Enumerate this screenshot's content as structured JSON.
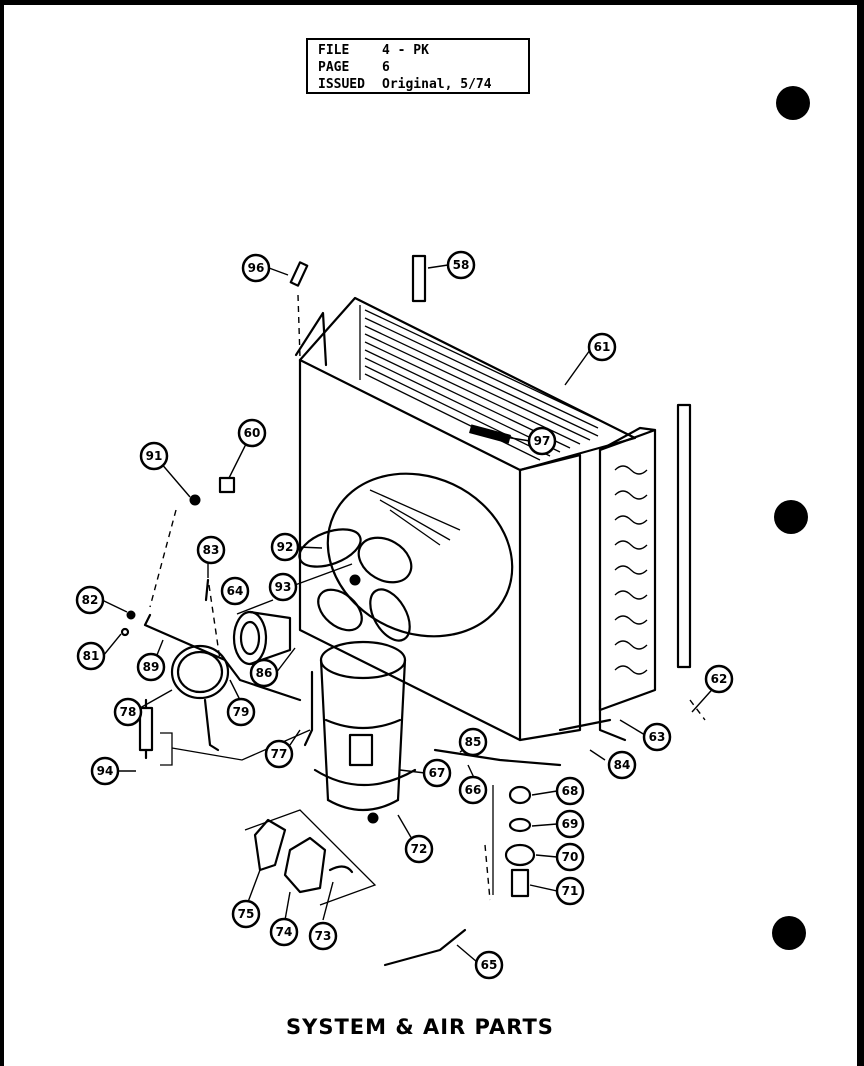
{
  "header": {
    "rows": [
      {
        "key": "FILE",
        "value": "4 - PK"
      },
      {
        "key": "PAGE",
        "value": "6"
      },
      {
        "key": "ISSUED",
        "value": "Original, 5/74"
      }
    ]
  },
  "diagram": {
    "title": "SYSTEM & AIR PARTS",
    "callouts": [
      "96",
      "58",
      "61",
      "97",
      "60",
      "91",
      "92",
      "93",
      "63",
      "84",
      "82",
      "81",
      "89",
      "78",
      "79",
      "86",
      "64",
      "77",
      "66",
      "85",
      "67",
      "68",
      "69",
      "70",
      "71",
      "72",
      "75",
      "74",
      "73",
      "65",
      "62",
      "83",
      "94"
    ]
  }
}
